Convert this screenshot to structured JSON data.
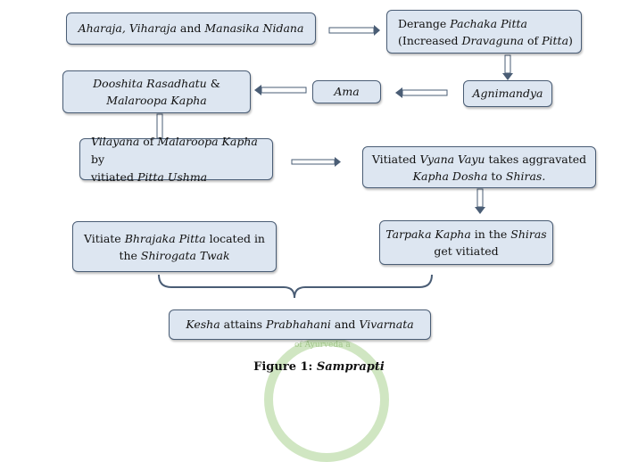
{
  "boxes": {
    "nidana": {
      "parts": [
        [
          "Aharaja, Viharaja",
          "i"
        ],
        [
          " and ",
          ""
        ],
        [
          "Manasika Nidana",
          "i"
        ]
      ]
    },
    "pachaka": {
      "lines": [
        [
          [
            "Derange ",
            ""
          ],
          [
            "Pachaka Pitta",
            "i"
          ]
        ],
        [
          [
            "(Increased ",
            ""
          ],
          [
            "Dravaguna",
            "i"
          ],
          [
            " of ",
            ""
          ],
          [
            "Pitta",
            "i"
          ],
          [
            ")",
            ""
          ]
        ]
      ]
    },
    "agnimandya": {
      "parts": [
        [
          "Agnimandya",
          "i"
        ]
      ]
    },
    "ama": {
      "parts": [
        [
          "Ama",
          "i"
        ]
      ]
    },
    "rasadhatu": {
      "lines": [
        [
          [
            "Dooshita Rasadhatu",
            "i"
          ],
          [
            " &",
            ""
          ]
        ],
        [
          [
            "Malaroopa Kapha",
            "i"
          ]
        ]
      ]
    },
    "vilayana": {
      "lines": [
        [
          [
            "Vilayana",
            "i"
          ],
          [
            " of ",
            ""
          ],
          [
            "Malaroopa Kapha",
            "i"
          ],
          [
            " by",
            ""
          ]
        ],
        [
          [
            "vitiated ",
            ""
          ],
          [
            "Pitta Ushma",
            "i"
          ]
        ]
      ]
    },
    "vyana": {
      "lines": [
        [
          [
            "Vitiated ",
            ""
          ],
          [
            "Vyana Vayu",
            "i"
          ],
          [
            " takes aggravated",
            ""
          ]
        ],
        [
          [
            "Kapha Dosha",
            "i"
          ],
          [
            " to ",
            ""
          ],
          [
            "Shiras.",
            "i"
          ]
        ]
      ]
    },
    "tarpaka": {
      "lines": [
        [
          [
            "Tarpaka Kapha",
            "i"
          ],
          [
            " in the ",
            ""
          ],
          [
            "Shiras",
            "i"
          ]
        ],
        [
          [
            "get vitiated",
            ""
          ]
        ]
      ]
    },
    "bhrajaka": {
      "lines": [
        [
          [
            "Vitiate ",
            ""
          ],
          [
            "Bhrajaka Pitta",
            "i"
          ],
          [
            " located in",
            ""
          ]
        ],
        [
          [
            "the ",
            ""
          ],
          [
            "Shirogata Twak",
            "i"
          ]
        ]
      ]
    },
    "kesha": {
      "parts": [
        [
          "Kesha",
          "i"
        ],
        [
          " attains ",
          ""
        ],
        [
          "Prabhahani",
          "i"
        ],
        [
          " and ",
          ""
        ],
        [
          "Vivarnata",
          "i"
        ]
      ]
    }
  },
  "caption": {
    "label": "Figure 1:",
    "title": "Samprapti"
  },
  "watermark": {
    "text": "of Ayurveda a"
  },
  "colors": {
    "box_fill": "#dde6f1",
    "box_border": "#4a5d75",
    "arrow": "#4a5d75"
  }
}
